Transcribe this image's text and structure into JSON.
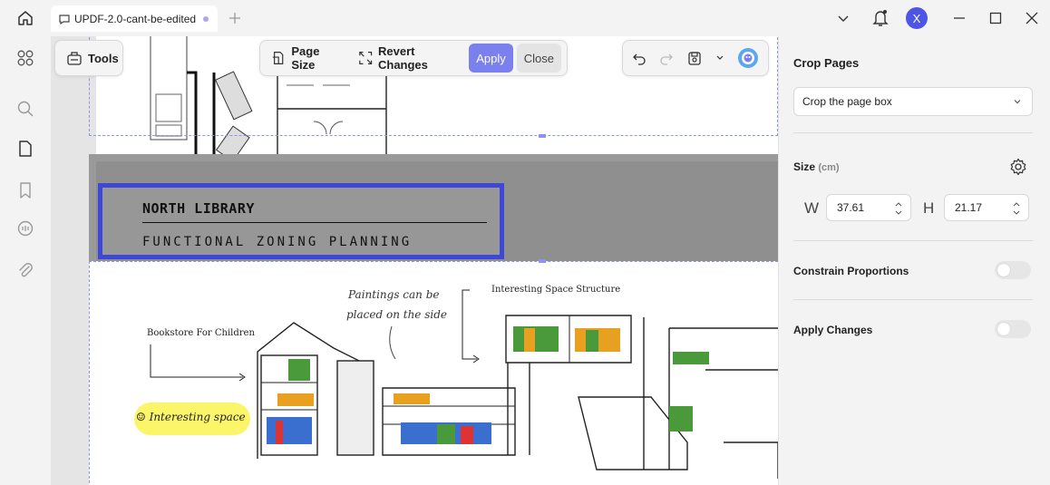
{
  "titlebar": {
    "tab_title": "UPDF-2.0-cant-be-edited",
    "avatar_letter": "X"
  },
  "toolbar": {
    "tools_label": "Tools",
    "page_size_label": "Page Size",
    "revert_label": "Revert Changes",
    "apply_label": "Apply",
    "close_label": "Close"
  },
  "document": {
    "title": "NORTH LIBRARY",
    "subtitle": "FUNCTIONAL ZONING PLANNING",
    "labels": {
      "bookstore": "Bookstore For Children",
      "interesting_structure": "Interesting Space Structure",
      "paintings_line1": "Paintings can be",
      "paintings_line2": "placed on the side",
      "interesting_space": "☺ Interesting space"
    }
  },
  "panel": {
    "title": "Crop Pages",
    "crop_option": "Crop the page box",
    "size_label": "Size",
    "size_unit": "(cm)",
    "width_label": "W",
    "width_value": "37.61",
    "height_label": "H",
    "height_value": "21.17",
    "constrain_label": "Constrain Proportions",
    "constrain_on": false,
    "apply_changes_label": "Apply Changes",
    "apply_changes_on": false
  },
  "colors": {
    "accent": "#7b80ef",
    "title_box_border": "#3d48d8",
    "avatar": "#4d55e6",
    "highlight": "#fbf56a"
  }
}
